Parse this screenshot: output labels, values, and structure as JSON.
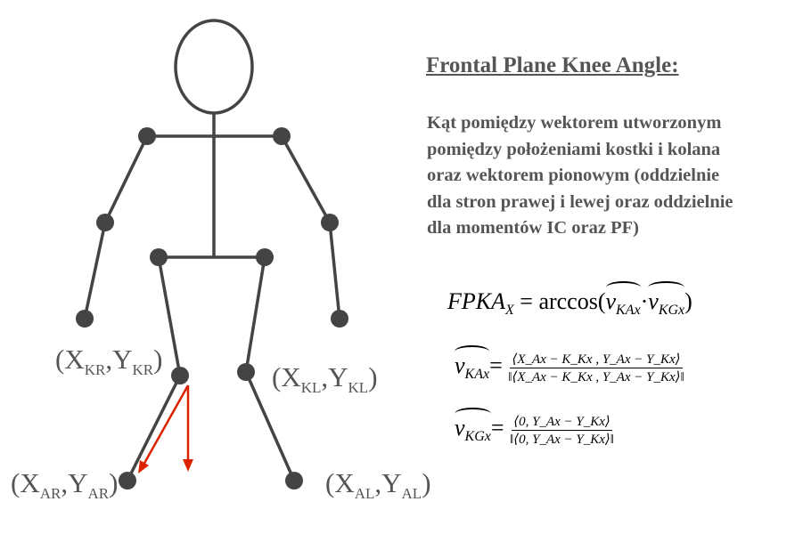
{
  "labels": {
    "knee_right": {
      "x": "X",
      "xs": "KR",
      "y": "Y",
      "ys": "KR"
    },
    "knee_left": {
      "x": "X",
      "xs": "KL",
      "y": "Y",
      "ys": "KL"
    },
    "ankle_right": {
      "x": "X",
      "xs": "AR",
      "y": "Y",
      "ys": "AR"
    },
    "ankle_left": {
      "x": "X",
      "xs": "AL",
      "y": "Y",
      "ys": "AL"
    }
  },
  "title": "Frontal Plane Knee Angle:",
  "description": [
    "Kąt pomiędzy wektorem utworzonym",
    "pomiędzy położeniami kostki i kolana",
    "oraz wektorem pionowym (oddzielnie",
    "dla stron prawej i lewej oraz oddzielnie",
    "dla momentów IC oraz PF)"
  ],
  "formulas": {
    "main_lhs": "FPKA",
    "main_lhs_sub": "X",
    "main_rhs": "= arccos(",
    "v": "v",
    "kax": "KAx",
    "kgx": "KGx",
    "dot": "·",
    "close": ")",
    "eq": "=",
    "kax_num": "⟨X_Ax − K_Kx , Y_Ax − Y_Kx⟩",
    "kax_den": "‖⟨X_Ax − K_Kx , Y_Ax − Y_Kx⟩‖",
    "kgx_num": "⟨0, Y_Ax − Y_Kx⟩",
    "kgx_den": "‖⟨0, Y_Ax − Y_Kx⟩‖"
  },
  "colors": {
    "figure": "#444444",
    "arrow": "#dd2200",
    "text": "#555555"
  }
}
